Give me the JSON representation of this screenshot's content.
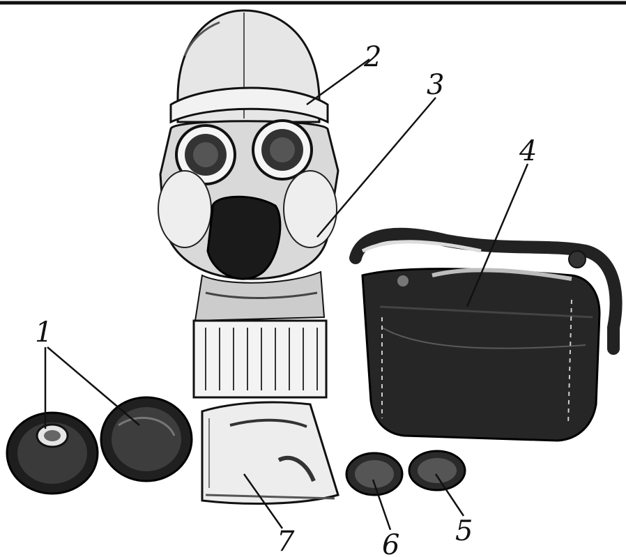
{
  "figure": {
    "callouts": [
      {
        "id": "1",
        "label": "1"
      },
      {
        "id": "2",
        "label": "2"
      },
      {
        "id": "3",
        "label": "3"
      },
      {
        "id": "4",
        "label": "4"
      },
      {
        "id": "5",
        "label": "5"
      },
      {
        "id": "6",
        "label": "6"
      },
      {
        "id": "7",
        "label": "7"
      }
    ]
  },
  "colors": {
    "ink": "#111111",
    "dark_fill": "#222222",
    "mid_fill": "#555555",
    "light_fill": "#dcdcdc",
    "paper": "#ffffff"
  }
}
